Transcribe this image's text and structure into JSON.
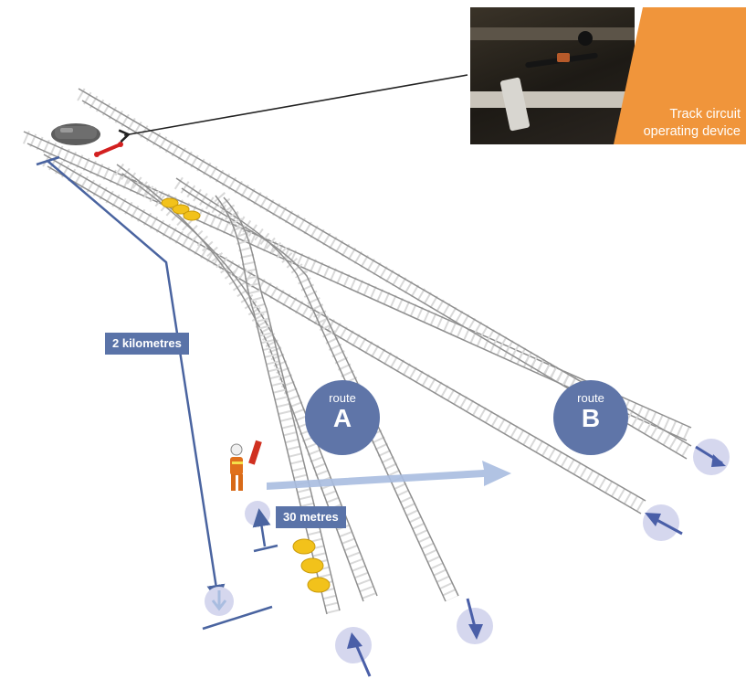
{
  "callout": {
    "photo_alt": "Track circuit operating device photo",
    "label_line1": "Track circuit",
    "label_line2": "operating device"
  },
  "distances": {
    "long_label": "2 kilometres",
    "short_label": "30 metres"
  },
  "routes": [
    {
      "word": "route",
      "letter": "A"
    },
    {
      "word": "route",
      "letter": "B"
    }
  ],
  "colors": {
    "accent_blue": "#5a73a8",
    "route_circle": "#5f75a8",
    "callout_orange": "#f0953b",
    "detonator_yellow": "#f2c21b",
    "arrow_disc": "#d5d7ee",
    "arrow_light": "#a9bde0"
  },
  "icons": {
    "train": "train-icon",
    "worker": "track-worker-icon",
    "detonator": "detonator-icon",
    "direction": "direction-arrow-icon"
  }
}
